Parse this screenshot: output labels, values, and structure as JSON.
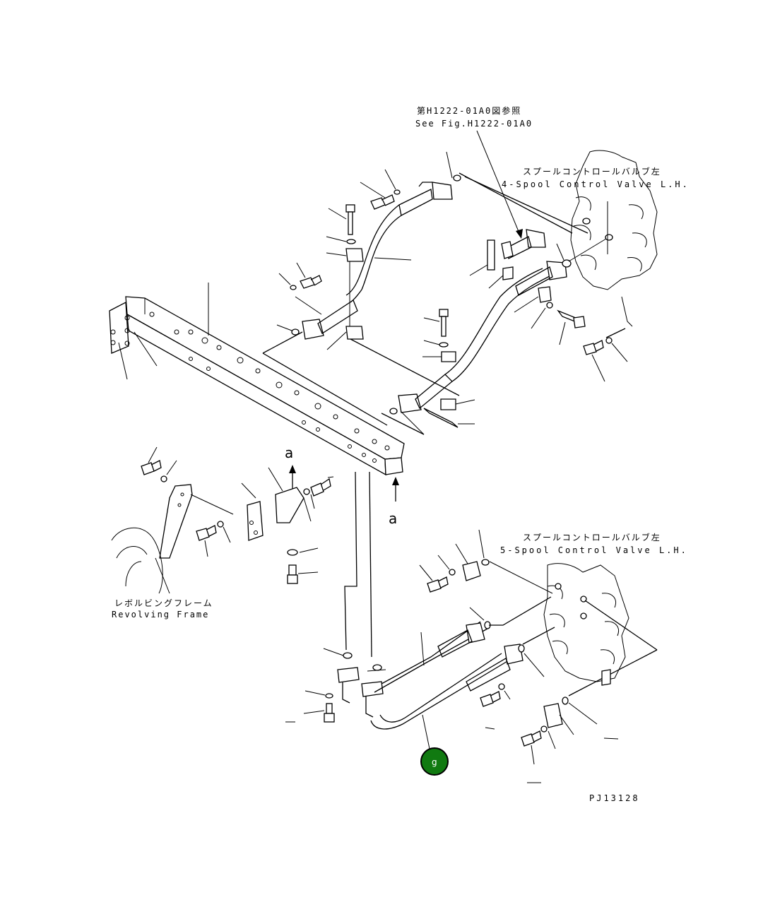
{
  "labels": {
    "ref_fig_jp": "第H1222-01A0図参照",
    "ref_fig_en": "See Fig.H1222-01A0",
    "valve4_jp": "スプールコントロールバルブ左",
    "valve4_en": "4-Spool Control Valve L.H.",
    "valve5_jp": "スプールコントロールバルブ左",
    "valve5_en": "5-Spool Control Valve L.H.",
    "frame_jp": "レボルビングフレーム",
    "frame_en": "Revolving Frame",
    "view_mark_top": "a",
    "view_mark_bottom": "a",
    "drawing_number": "PJ13128"
  },
  "badge": {
    "label": "g",
    "color": "#117a11"
  },
  "icons": {
    "arrow_up": "arrow-up-icon"
  }
}
